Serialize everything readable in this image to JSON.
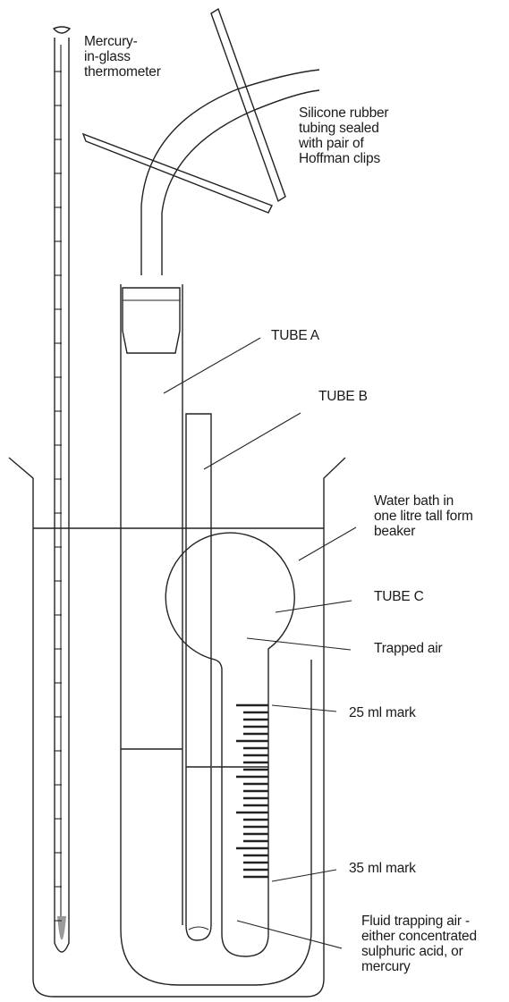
{
  "labels": {
    "thermometer": "Mercury-\nin-glass\nthermometer",
    "tubing": "Silicone rubber\ntubing sealed\nwith pair of\nHoffman clips",
    "tube_a": "TUBE A",
    "tube_b": "TUBE B",
    "water_bath": "Water bath in\none litre tall form\nbeaker",
    "tube_c": "TUBE C",
    "trapped_air": "Trapped air",
    "mark_25": "25 ml mark",
    "mark_35": "35 ml mark",
    "fluid": "Fluid trapping air -\neither concentrated\nsulphuric acid, or\nmercury"
  },
  "colors": {
    "ink": "#222222",
    "mercury_bulb": "#9a9a9a"
  }
}
